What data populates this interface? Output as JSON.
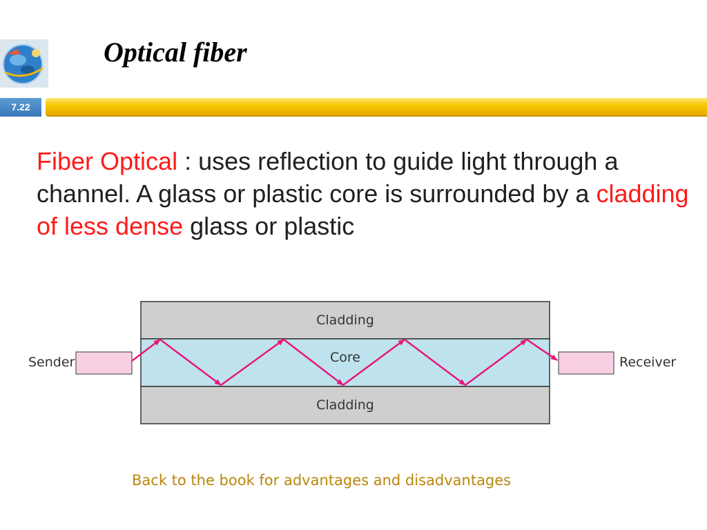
{
  "slide": {
    "title": "Optical fiber",
    "page_number": "7.22"
  },
  "body": {
    "term": "Fiber Optical",
    "text1": " : uses reflection to guide light through a channel. A glass or plastic core is surrounded by a ",
    "highlight": "cladding of less dense",
    "text2": " glass or plastic"
  },
  "diagram": {
    "cladding_top": "Cladding",
    "core": "Core",
    "cladding_bottom": "Cladding",
    "sender": "Sender",
    "receiver": "Receiver"
  },
  "footer": {
    "link_text": "Back to the book for advantages and disadvantages"
  },
  "colors": {
    "accent_red": "#ff1a1a",
    "title_bar": "#f6c400",
    "ray": "#e6177a",
    "core": "#bfe3ee",
    "cladding": "#cfcfcf",
    "box_fill": "#f9cfe3",
    "footer": "#b8860b"
  }
}
